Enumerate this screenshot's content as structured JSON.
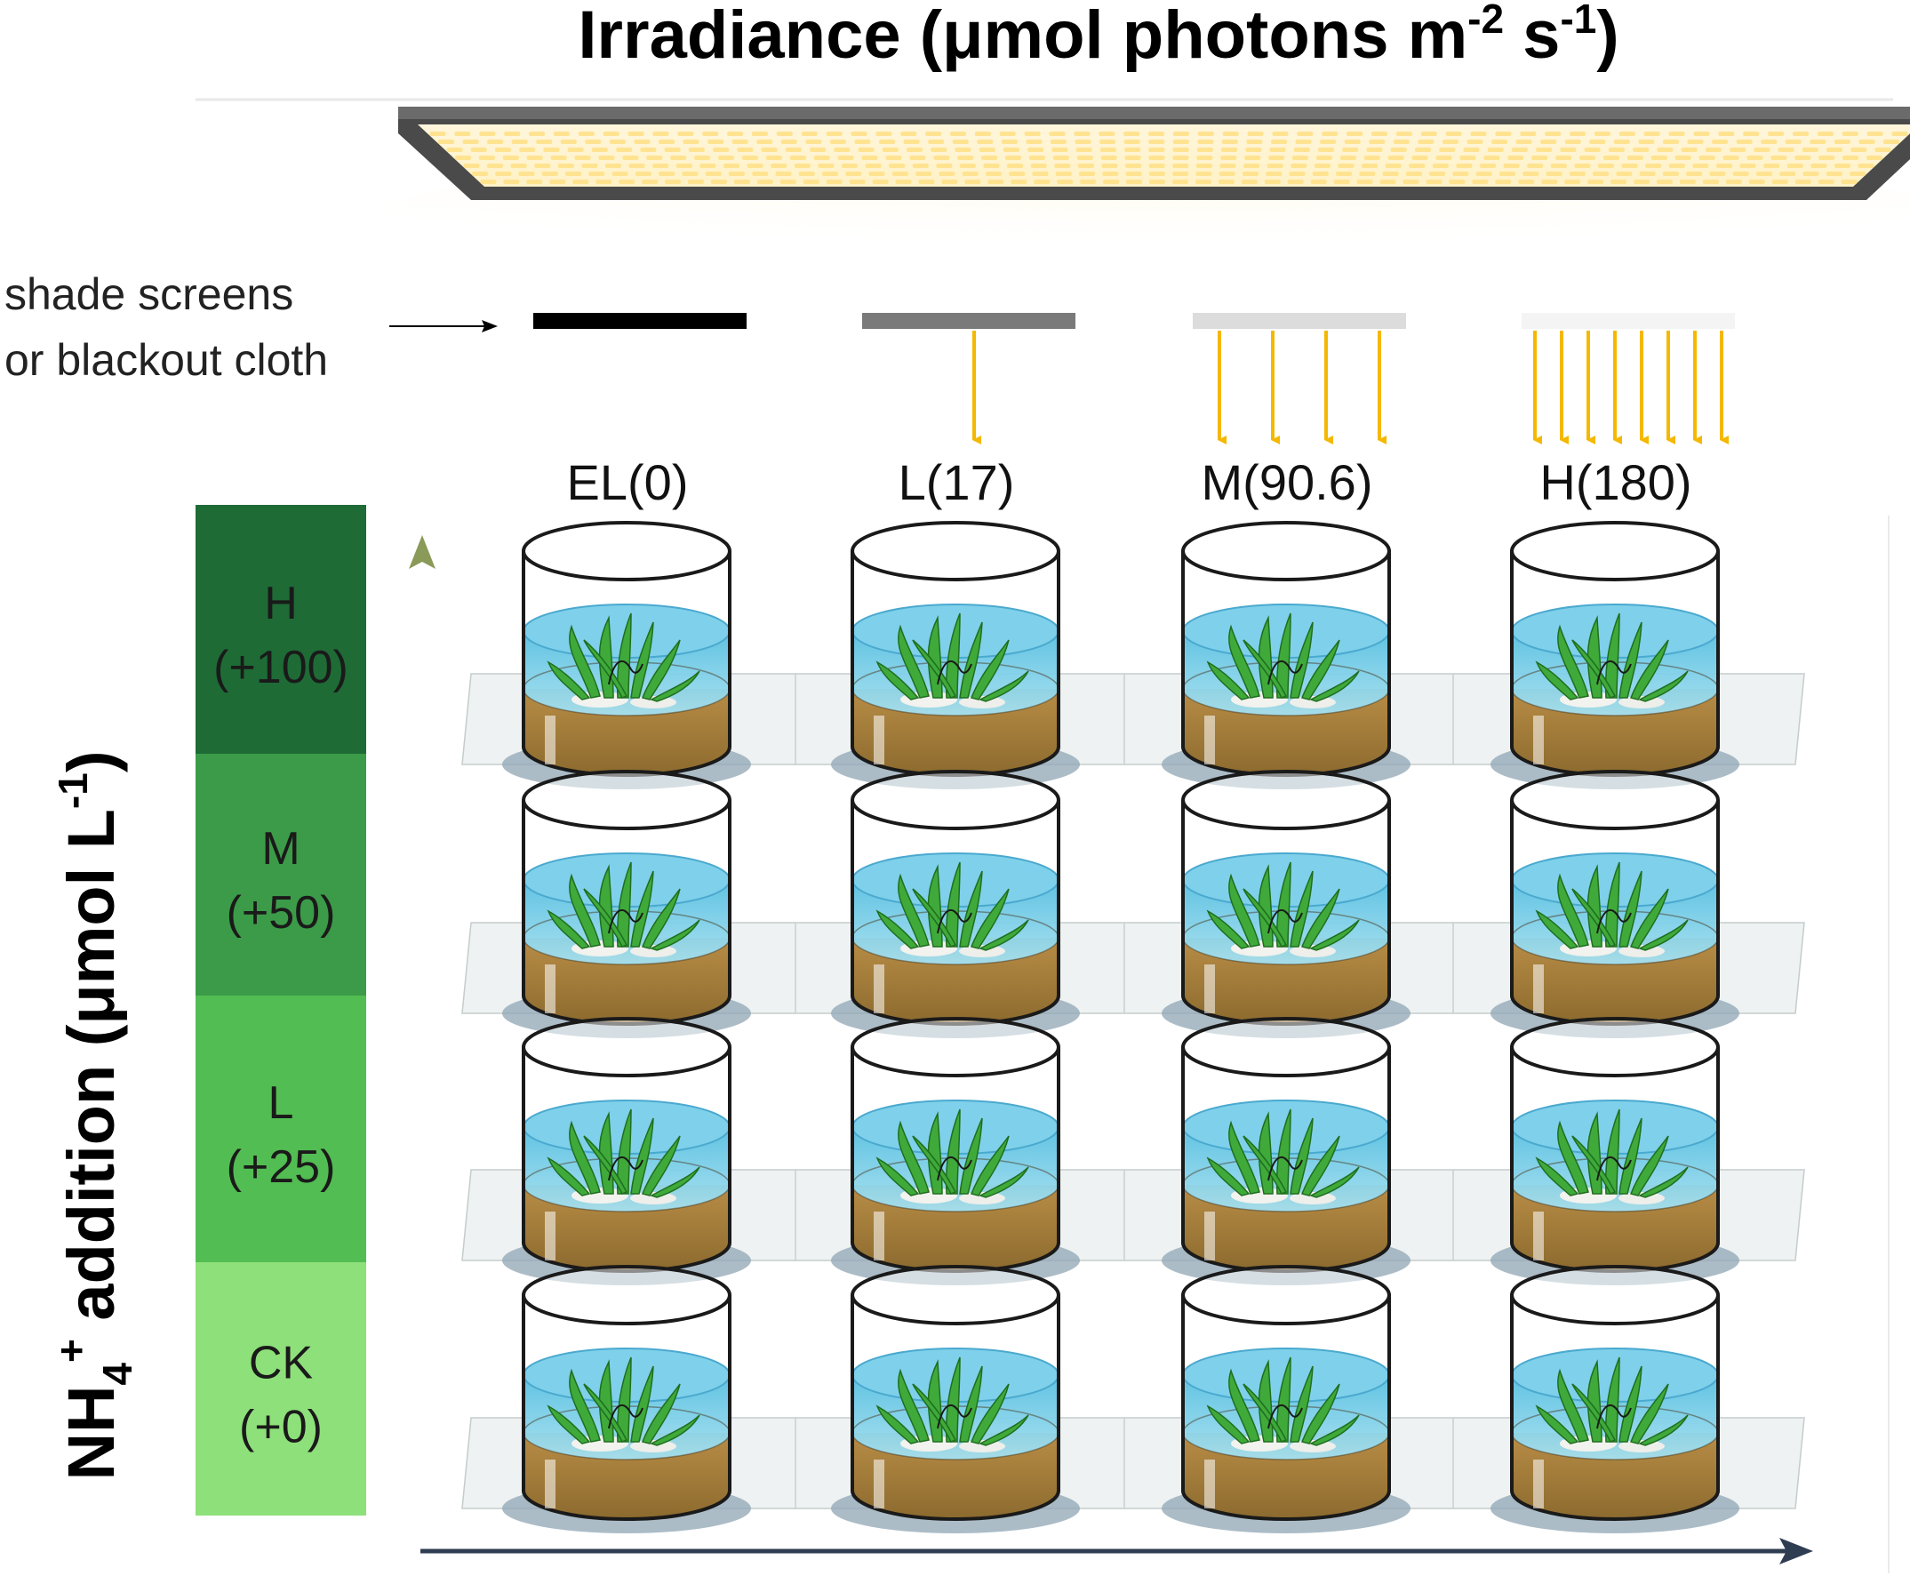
{
  "title": {
    "main": "Irradiance (μmol photons m",
    "sup1": "-2",
    "mid": " s",
    "sup2": "-1",
    "end": ")"
  },
  "shade_label": {
    "line1": "shade screens",
    "line2": "or blackout cloth"
  },
  "yaxis_title": {
    "nh": "NH",
    "sub": "4",
    "sup": "+",
    "rest": " addition (μmol L",
    "sup2": "-1",
    "close": ")"
  },
  "light_levels": [
    {
      "label": "EL(0)",
      "screen_color": "#000000",
      "arrows": 0
    },
    {
      "label": "L(17)",
      "screen_color": "#7a7a7a",
      "arrows": 1
    },
    {
      "label": "M(90.6)",
      "screen_color": "#dcdcdc",
      "arrows": 4
    },
    {
      "label": "H(180)",
      "screen_color": "#f4f4f4",
      "arrows": 8
    }
  ],
  "nh4_levels": [
    {
      "name": "H",
      "value": "(+100)",
      "color": "#1e6b36"
    },
    {
      "name": "M",
      "value": "(+50)",
      "color": "#3c9b48"
    },
    {
      "name": "L",
      "value": "(+25)",
      "color": "#52bd52"
    },
    {
      "name": "CK",
      "value": "(+0)",
      "color": "#8ee07a"
    }
  ],
  "colors": {
    "arrow": "#f5b800",
    "axis_top": "#8a9a58",
    "axis_bottom": "#2f3d52",
    "water": "#6fcbe6",
    "sediment": "#a9813f",
    "plant": "#3faa3a"
  },
  "icons": {
    "light_panel": "led-light-panel-icon",
    "beaker": "beaker-with-seagrass-icon"
  }
}
